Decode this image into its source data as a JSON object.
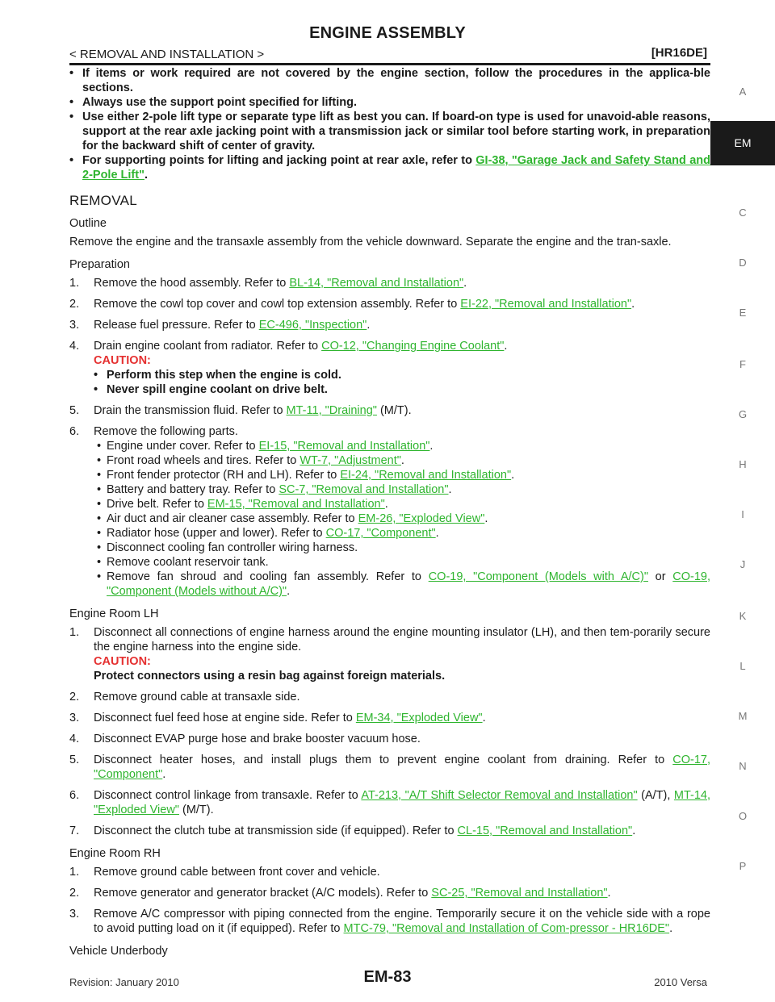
{
  "header": {
    "title": "ENGINE ASSEMBLY",
    "breadcrumb": "< REMOVAL AND INSTALLATION >",
    "model": "[HR16DE]"
  },
  "side_index": {
    "items": [
      "A",
      "EM",
      "C",
      "D",
      "E",
      "F",
      "G",
      "H",
      "I",
      "J",
      "K",
      "L",
      "M",
      "N",
      "O",
      "P"
    ],
    "active": "EM"
  },
  "intro_bullets": [
    {
      "text": "If items or work required are not covered by the engine section, follow the procedures in the applica-ble sections."
    },
    {
      "text": "Always use the support point specified for lifting."
    },
    {
      "text": "Use either 2-pole lift type or separate type lift as best you can. If board-on type is used for unavoid-able reasons, support at the rear axle jacking point with a transmission jack or similar tool before starting work, in preparation for the backward shift of center of gravity."
    },
    {
      "text": "For supporting points for lifting and jacking point at rear axle, refer to ",
      "link": "GI-38, \"Garage Jack and Safety Stand and 2-Pole Lift\"",
      "after": "."
    }
  ],
  "removal": {
    "heading": "REMOVAL",
    "outline_label": "Outline",
    "outline_text": "Remove the engine and the transaxle assembly from the vehicle downward. Separate the engine and the tran-saxle.",
    "preparation_label": "Preparation",
    "preparation_steps": [
      {
        "num": "1.",
        "text": "Remove the hood assembly. Refer to ",
        "link": "BL-14, \"Removal and Installation\"",
        "after": "."
      },
      {
        "num": "2.",
        "text": "Remove the cowl top cover and cowl top extension assembly. Refer to ",
        "link": "EI-22, \"Removal and Installation\"",
        "after": "."
      },
      {
        "num": "3.",
        "text": "Release fuel pressure. Refer to ",
        "link": "EC-496, \"Inspection\"",
        "after": "."
      },
      {
        "num": "4.",
        "text": "Drain engine coolant from radiator. Refer to ",
        "link": "CO-12, \"Changing Engine Coolant\"",
        "after": ".",
        "caution_label": "CAUTION:",
        "caution_items": [
          "Perform this step when the engine is cold.",
          "Never spill engine coolant on drive belt."
        ]
      },
      {
        "num": "5.",
        "text": "Drain the transmission fluid. Refer to ",
        "link": "MT-11, \"Draining\"",
        "after": " (M/T)."
      },
      {
        "num": "6.",
        "text": "Remove the following parts.",
        "sub_items": [
          {
            "text": "Engine under cover. Refer to ",
            "link": "EI-15, \"Removal and Installation\"",
            "after": "."
          },
          {
            "text": "Front road wheels and tires. Refer to ",
            "link": "WT-7, \"Adjustment\"",
            "after": "."
          },
          {
            "text": "Front fender protector (RH and LH). Refer to ",
            "link": "EI-24, \"Removal and Installation\"",
            "after": "."
          },
          {
            "text": "Battery and battery tray. Refer to ",
            "link": "SC-7, \"Removal and Installation\"",
            "after": "."
          },
          {
            "text": "Drive belt. Refer to ",
            "link": "EM-15, \"Removal and Installation\"",
            "after": "."
          },
          {
            "text": "Air duct and air cleaner case assembly. Refer to ",
            "link": "EM-26, \"Exploded View\"",
            "after": "."
          },
          {
            "text": "Radiator hose (upper and lower). Refer to ",
            "link": "CO-17, \"Component\"",
            "after": "."
          },
          {
            "text": "Disconnect cooling fan controller wiring harness.",
            "link": "",
            "after": ""
          },
          {
            "text": "Remove coolant reservoir tank.",
            "link": "",
            "after": ""
          },
          {
            "text": "Remove fan shroud and cooling fan assembly. Refer to ",
            "link": "CO-19, \"Component (Models with A/C)\"",
            "mid": " or ",
            "link2": "CO-19, \"Component (Models without A/C)\"",
            "after": "."
          }
        ]
      }
    ],
    "engine_room_lh_label": "Engine Room LH",
    "engine_room_lh_steps": [
      {
        "num": "1.",
        "text": "Disconnect all connections of engine harness around the engine mounting insulator (LH), and then tem-porarily secure the engine harness into the engine side.",
        "link": "",
        "after": "",
        "caution_label": "CAUTION:",
        "caution_text": "Protect connectors using a resin bag against foreign materials."
      },
      {
        "num": "2.",
        "text": "Remove ground cable at transaxle side.",
        "link": "",
        "after": ""
      },
      {
        "num": "3.",
        "text": "Disconnect fuel feed hose at engine side. Refer to ",
        "link": "EM-34, \"Exploded View\"",
        "after": "."
      },
      {
        "num": "4.",
        "text": "Disconnect EVAP purge hose and brake booster vacuum hose.",
        "link": "",
        "after": ""
      },
      {
        "num": "5.",
        "text": "Disconnect heater hoses, and install plugs them to prevent engine coolant from draining. Refer to ",
        "link": "CO-17, \"Component\"",
        "after": "."
      },
      {
        "num": "6.",
        "text": "Disconnect control linkage from transaxle. Refer to ",
        "link": "AT-213, \"A/T Shift Selector Removal and Installation\"",
        "mid": " (A/T), ",
        "link2": "MT-14, \"Exploded View\"",
        "after": " (M/T)."
      },
      {
        "num": "7.",
        "text": "Disconnect the clutch tube at transmission side (if equipped). Refer to ",
        "link": "CL-15, \"Removal and Installation\"",
        "after": "."
      }
    ],
    "engine_room_rh_label": "Engine Room RH",
    "engine_room_rh_steps": [
      {
        "num": "1.",
        "text": "Remove ground cable between front cover and vehicle.",
        "link": "",
        "after": ""
      },
      {
        "num": "2.",
        "text": "Remove generator and generator bracket (A/C models). Refer to ",
        "link": "SC-25, \"Removal and Installation\"",
        "after": "."
      },
      {
        "num": "3.",
        "text": "Remove A/C compressor with piping connected from the engine. Temporarily secure it on the vehicle side with a rope to avoid putting load on it (if equipped). Refer to ",
        "link": "MTC-79, \"Removal and Installation of Com-pressor - HR16DE\"",
        "after": "."
      }
    ],
    "vehicle_underbody_label": "Vehicle Underbody"
  },
  "footer": {
    "revision": "Revision: January 2010",
    "page": "EM-83",
    "vehicle": "2010 Versa"
  }
}
